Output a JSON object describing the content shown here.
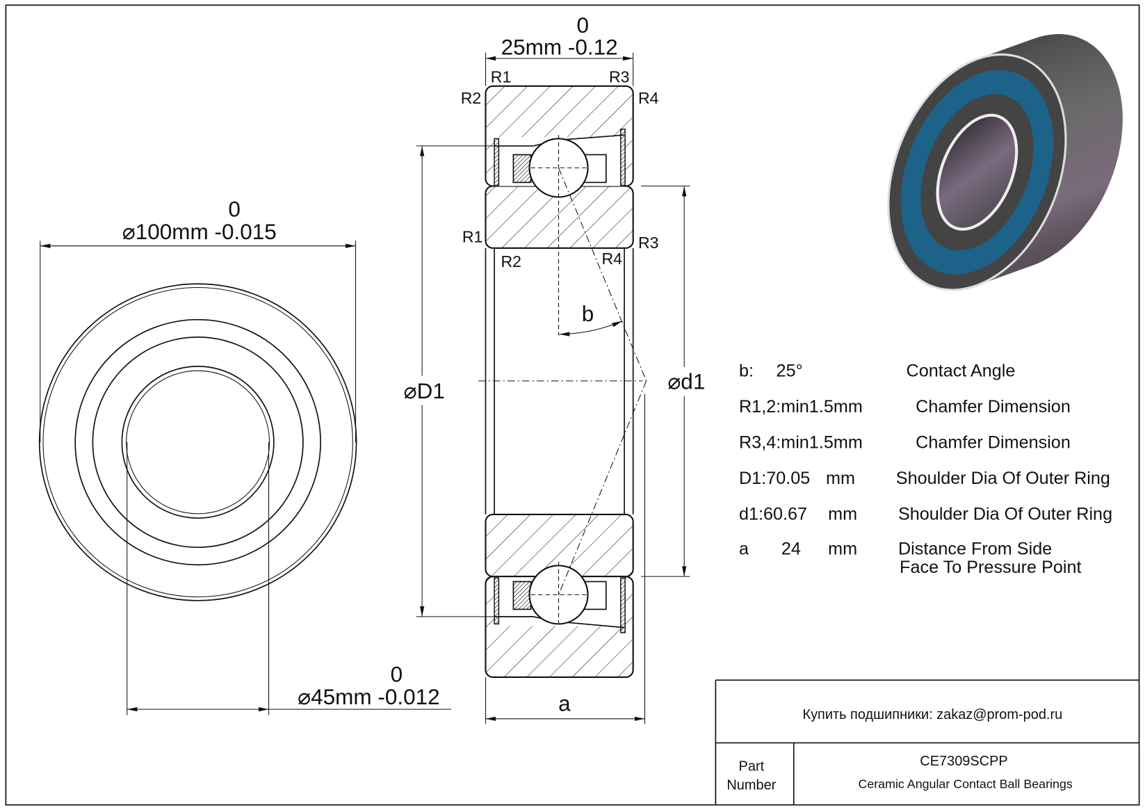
{
  "front_view": {
    "outer_dim_tol_upper": "0",
    "outer_dim_label": "⌀100mm -0.015",
    "bore_dim_tol_upper": "0",
    "bore_dim_label": "⌀45mm -0.012"
  },
  "section_view": {
    "width_tol_upper": "0",
    "width_label": "25mm -0.12",
    "chamfers": {
      "r1_top": "R1",
      "r3_top": "R3",
      "r2_top": "R2",
      "r4_top": "R4",
      "r1_mid": "R1",
      "r3_mid": "R3",
      "r2_mid": "R2",
      "r4_mid": "R4"
    },
    "D1_label": "⌀D1",
    "d1_label": "⌀d1",
    "angle_label": "b",
    "a_label": "a"
  },
  "specs": [
    {
      "key": "b:",
      "value": "25°",
      "unit": "",
      "desc": "Contact Angle"
    },
    {
      "key": "R1,2:min1.5mm",
      "value": "",
      "unit": "",
      "desc": "Chamfer Dimension"
    },
    {
      "key": "R3,4:min1.5mm",
      "value": "",
      "unit": "",
      "desc": "Chamfer Dimension"
    },
    {
      "key": "D1:70.05",
      "value": "",
      "unit": "mm",
      "desc": "Shoulder Dia Of Outer Ring"
    },
    {
      "key": "d1:60.67",
      "value": "",
      "unit": "mm",
      "desc": "Shoulder Dia Of Outer Ring"
    },
    {
      "key": "a",
      "value": "24",
      "unit": "mm",
      "desc": "Distance From Side",
      "desc2": "Face To Pressure Point"
    }
  ],
  "title_block": {
    "contact": "Купить подшипники: zakaz@prom-pod.ru",
    "part_label_1": "Part",
    "part_label_2": "Number",
    "part_number": "CE7309SCPP",
    "part_description": "Ceramic Angular Contact Ball Bearings"
  },
  "colors": {
    "seal_blue": "#1d6288",
    "steel": "#4a4a4a"
  }
}
